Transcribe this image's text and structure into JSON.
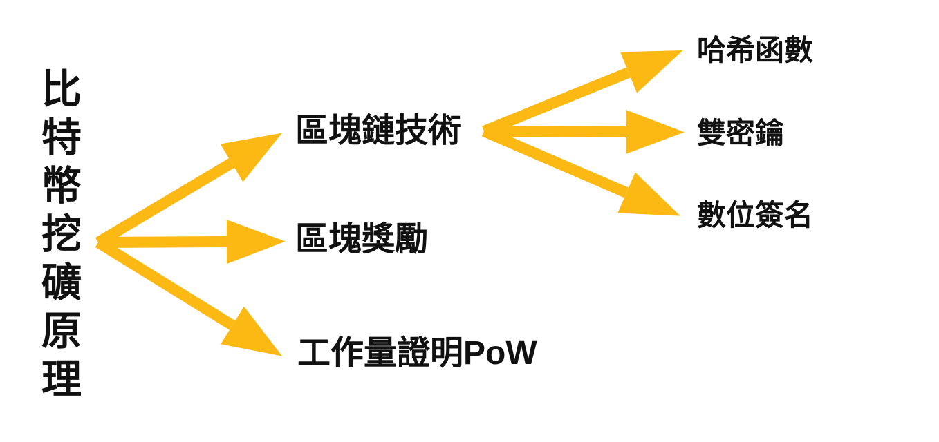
{
  "diagram": {
    "type": "mindmap",
    "title": "比特幣挖礦原理",
    "root": {
      "label": "比特幣挖礦原理",
      "orientation": "vertical"
    },
    "branches": [
      {
        "label": "區塊鏈技術",
        "children": [
          {
            "label": "哈希函數"
          },
          {
            "label": "雙密鑰"
          },
          {
            "label": "數位簽名"
          }
        ]
      },
      {
        "label": "區塊獎勵",
        "children": []
      },
      {
        "label": "工作量證明PoW",
        "children": []
      }
    ],
    "colors": {
      "arrow": "#FCB813",
      "text": "#111111",
      "background": "#FFFFFF"
    }
  }
}
